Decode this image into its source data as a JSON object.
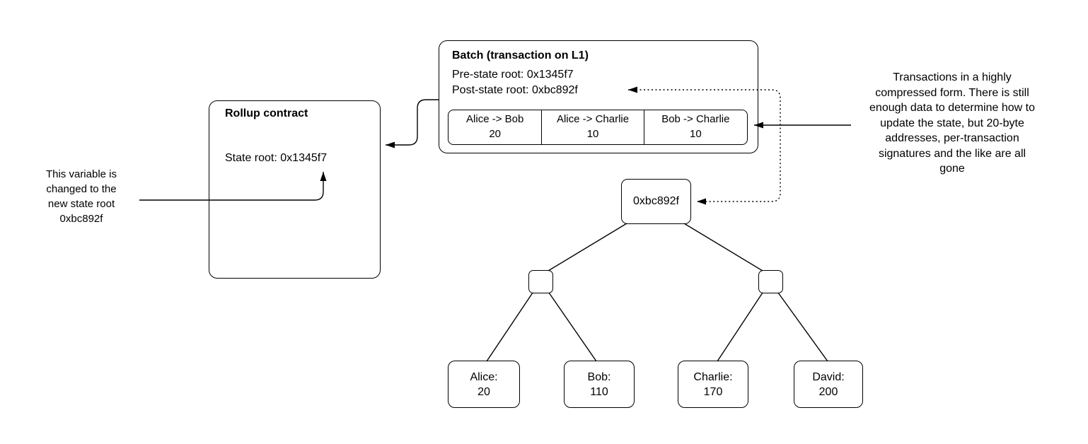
{
  "colors": {
    "background": "#ffffff",
    "stroke": "#000000",
    "text": "#000000"
  },
  "rollup_contract": {
    "title": "Rollup contract",
    "state_root": "State root: 0x1345f7"
  },
  "batch": {
    "title": "Batch (transaction on L1)",
    "pre_state_root": "Pre-state root: 0x1345f7",
    "post_state_root": "Post-state root: 0xbc892f",
    "transactions": [
      {
        "route": "Alice -> Bob",
        "amount": "20"
      },
      {
        "route": "Alice -> Charlie",
        "amount": "10"
      },
      {
        "route": "Bob -> Charlie",
        "amount": "10"
      }
    ]
  },
  "left_annotation": {
    "text": "This variable is\nchanged to the\nnew state root\n0xbc892f"
  },
  "right_annotation": {
    "text": "Transactions in a highly\ncompressed form. There is still\nenough data to determine how to\nupdate the state, but 20-byte\naddresses, per-transaction\nsignatures and the like are all\ngone"
  },
  "merkle_tree": {
    "root_label": "0xbc892f",
    "leaves": [
      {
        "name": "Alice:",
        "value": "20"
      },
      {
        "name": "Bob:",
        "value": "110"
      },
      {
        "name": "Charlie:",
        "value": "170"
      },
      {
        "name": "David:",
        "value": "200"
      }
    ]
  }
}
